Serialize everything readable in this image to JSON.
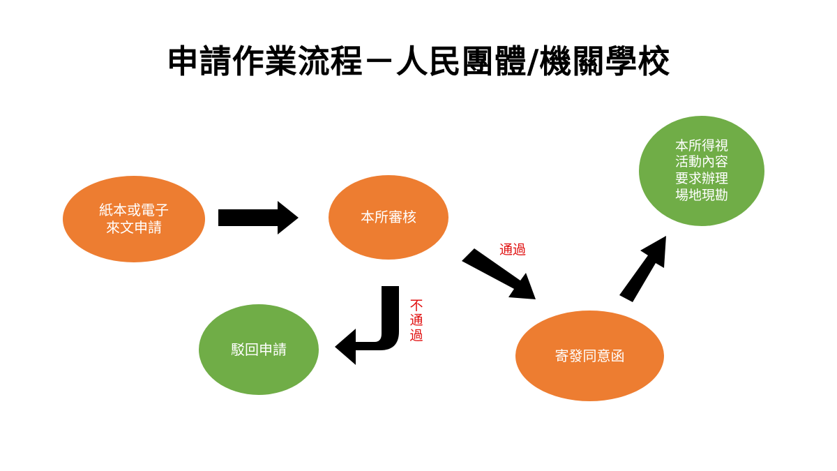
{
  "title": "申請作業流程－人民團體/機關學校",
  "colors": {
    "orange": "#ED7D31",
    "green": "#70AD47",
    "label_red": "#E01010",
    "arrow": "#000000"
  },
  "nodes": {
    "submission": {
      "lines": [
        "紙本或電子",
        "來文申請"
      ],
      "color": "orange"
    },
    "review": {
      "lines": [
        "本所審核"
      ],
      "color": "orange"
    },
    "rejected": {
      "lines": [
        "駁回申請"
      ],
      "color": "green"
    },
    "consent": {
      "lines": [
        "寄發同意函"
      ],
      "color": "orange"
    },
    "inspection": {
      "lines": [
        "本所得視",
        "活動內容",
        "要求辦理",
        "場地現勘"
      ],
      "color": "green"
    }
  },
  "labels": {
    "pass": "通過",
    "fail": [
      "不",
      "通",
      "過"
    ]
  }
}
